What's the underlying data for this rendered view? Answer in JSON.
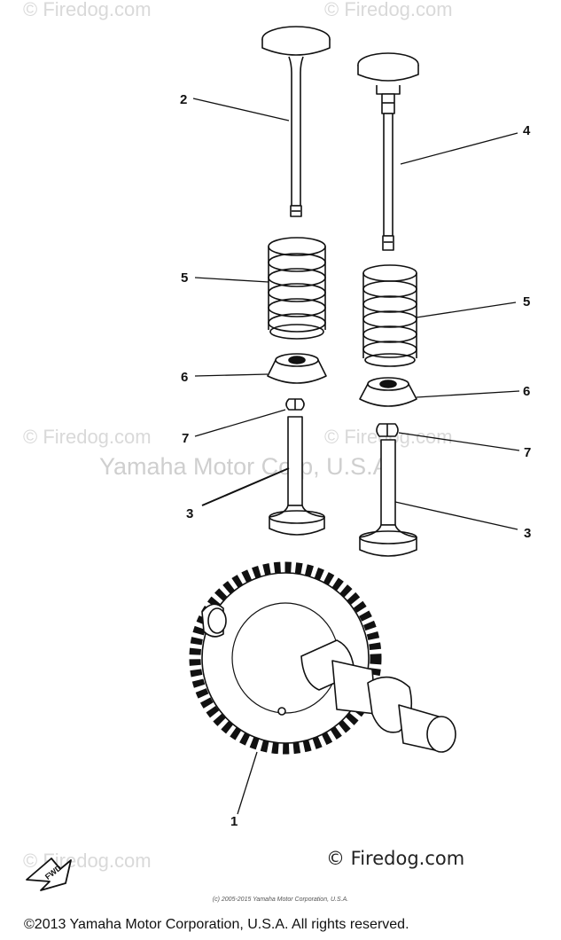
{
  "watermarks": {
    "top_left": "© Firedog.com",
    "top_right": "© Firedog.com",
    "mid_left": "© Firedog.com",
    "mid_right": "© Firedog.com",
    "bottom_left": "© Firedog.com",
    "center": "Yamaha Motor Corp, U.S.A."
  },
  "callouts": {
    "part_1": "1",
    "part_2": "2",
    "part_3_left": "3",
    "part_3_right": "3",
    "part_4": "4",
    "part_5_left": "5",
    "part_5_right": "5",
    "part_6_left": "6",
    "part_6_right": "6",
    "part_7_left": "7",
    "part_7_right": "7"
  },
  "fwd_label": "FWD",
  "firedog_logo": "© Firedog.com",
  "small_copyright": "(c) 2005-2015 Yamaha Motor Corporation, U.S.A.",
  "footer_copyright": "©2013 Yamaha Motor Corporation, U.S.A. All rights reserved."
}
